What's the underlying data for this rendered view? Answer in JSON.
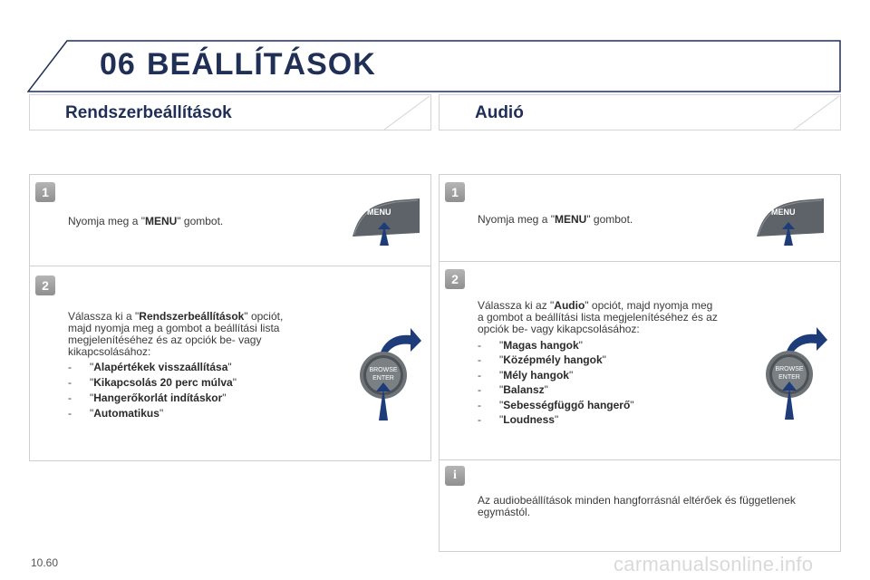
{
  "header": {
    "chapter_number": "06",
    "chapter_title": "BEÁLLÍTÁSOK"
  },
  "left": {
    "title": "Rendszerbeállítások",
    "step1": {
      "num": "1",
      "pre": "Nyomja meg a \"",
      "bold": "MENU",
      "post": "\" gombot.",
      "button_label": "MENU"
    },
    "step2": {
      "num": "2",
      "line1_pre": "Válassza ki a \"",
      "line1_bold": "Rendszerbeállítások",
      "line1_post": "\" opciót,",
      "line2": "majd nyomja meg a gombot a beállítási lista",
      "line3": "megjelenítéséhez és az opciók be- vagy",
      "line4": "kikapcsolásához:",
      "options": [
        "Alapértékek visszaállítása",
        "Kikapcsolás 20 perc múlva",
        "Hangerőkorlát indításkor",
        "Automatikus"
      ],
      "dash": "-",
      "knob_line1": "BROWSE",
      "knob_line2": "ENTER"
    }
  },
  "right": {
    "title": "Audió",
    "step1": {
      "num": "1",
      "pre": "Nyomja meg a \"",
      "bold": "MENU",
      "post": "\" gombot.",
      "button_label": "MENU"
    },
    "step2": {
      "num": "2",
      "line1_pre": "Válassza ki az \"",
      "line1_bold": "Audio",
      "line1_post": "\" opciót, majd nyomja meg",
      "line2": "a gombot a beállítási lista megjelenítéséhez és az",
      "line3": "opciók be- vagy kikapcsolásához:",
      "options": [
        "Magas hangok",
        "Középmély hangok",
        "Mély hangok",
        "Balansz",
        "Sebességfüggő hangerő",
        "Loudness"
      ],
      "dash": "-",
      "knob_line1": "BROWSE",
      "knob_line2": "ENTER"
    },
    "info": {
      "badge": "i",
      "line1": "Az audiobeállítások minden hangforrásnál eltérőek és függetlenek",
      "line2": "egymástól."
    }
  },
  "footer": {
    "page_number": "10.60",
    "watermark": "carmanualsonline.info"
  }
}
